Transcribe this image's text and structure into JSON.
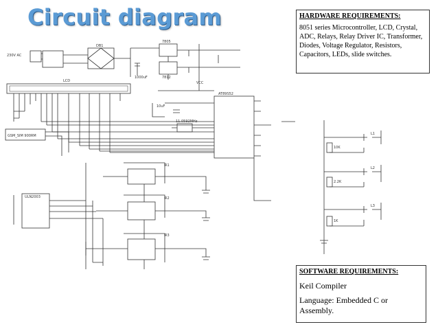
{
  "slide": {
    "title": "Circuit diagram"
  },
  "hardware": {
    "heading": "HARDWARE REQUIREMENTS:",
    "body": "8051 series Microcontroller, LCD, Crystal,       ADC, Relays, Relay Driver IC, Transformer, Diodes, Voltage Regulator, Resistors, Capacitors, LEDs, slide switches."
  },
  "software": {
    "heading": "SOFTWARE REQUIREMENTS:",
    "line1": "Keil Compiler",
    "line2": " Language: Embedded C or Assembly."
  },
  "diagram": {
    "labels": {
      "lcd": "LCD",
      "mcu": "AT89S52",
      "gsm": "GSM_SIM 900RM",
      "relay_driver": "ULN2003",
      "power_input": "230V AC",
      "bridge": "DB1",
      "cap": "1000uF",
      "reg1": "7805",
      "reg2": "7812",
      "cap2": "10uF",
      "crystal": "11.0592MHz",
      "relay1": "R1",
      "relay2": "R2",
      "relay3": "R3",
      "load1": "L1",
      "load2": "L2",
      "load3": "L3",
      "vcc": "VCC",
      "res1": "10K",
      "res2": "2.2K",
      "res3": "1K"
    }
  }
}
